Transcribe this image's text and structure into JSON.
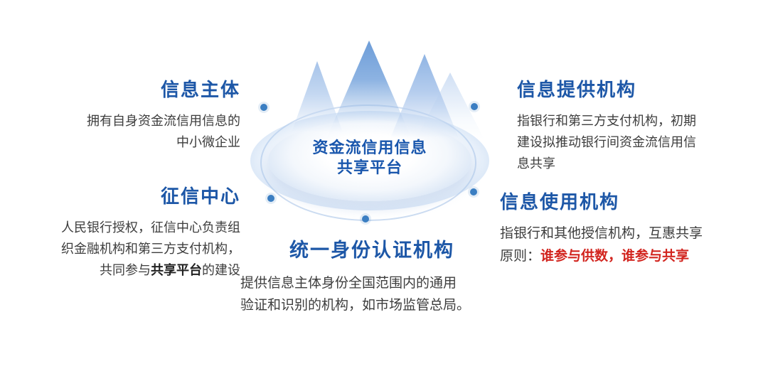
{
  "colors": {
    "heading_blue": "#1d57a7",
    "center_blue": "#1a57ad",
    "body_text": "#3d3d3d",
    "red_text": "#d2251f",
    "dot_blue": "#3b7ec2",
    "ring_blue": "#a3c0e6"
  },
  "center": {
    "title_lines": [
      "资金流信用信息",
      "共享平台"
    ]
  },
  "nodes": {
    "info_subject": {
      "title": "信息主体",
      "body": [
        "拥有自身资金流信用信息的",
        "中小微企业"
      ]
    },
    "credit_center": {
      "title": "征信中心",
      "body": [
        "人民银行授权，征信中心负责组",
        "织金融机构和第三方支付机构，"
      ],
      "line3": {
        "prefix": "共同参与",
        "bold": "共享平台",
        "suffix": "的建设"
      }
    },
    "identity_agency": {
      "title": "统一身份认证机构",
      "body": [
        "提供信息主体身份全国范围内的通用",
        "验证和识别的机构，如市场监管总局。"
      ]
    },
    "info_provider": {
      "title": "信息提供机构",
      "body": [
        "指银行和第三方支付机构，初期",
        "建设拟推动银行间资金流信用信",
        "息共享"
      ]
    },
    "info_user": {
      "title": "信息使用机构",
      "body": [
        "指银行和其他授信机构，互惠共享"
      ],
      "line2": {
        "prefix": "原则：",
        "red": "谁参与供数，谁参与共享"
      }
    }
  }
}
